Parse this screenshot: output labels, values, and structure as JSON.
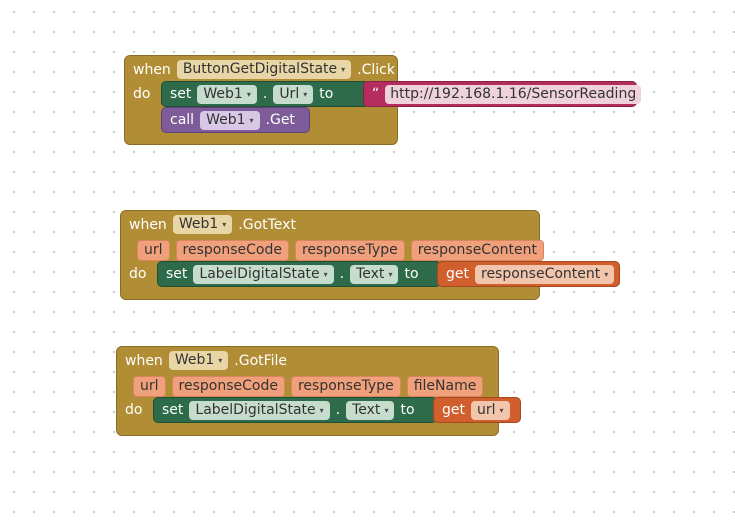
{
  "block1": {
    "when": "when",
    "component": "ButtonGetDigitalState",
    "event": ".Click",
    "do": "do",
    "set_kw": "set",
    "set_component": "Web1",
    "dot": ".",
    "property": "Url",
    "to": "to",
    "open_quote": "“",
    "url_value": "http://192.168.1.16/SensorReading",
    "close_quote": "”",
    "call_kw": "call",
    "call_component": "Web1",
    "method": ".Get"
  },
  "block2": {
    "when": "when",
    "component": "Web1",
    "event": ".GotText",
    "params": [
      "url",
      "responseCode",
      "responseType",
      "responseContent"
    ],
    "do": "do",
    "set_kw": "set",
    "set_component": "LabelDigitalState",
    "dot": ".",
    "property": "Text",
    "to": "to",
    "get_kw": "get",
    "get_var": "responseContent"
  },
  "block3": {
    "when": "when",
    "component": "Web1",
    "event": ".GotFile",
    "params": [
      "url",
      "responseCode",
      "responseType",
      "fileName"
    ],
    "do": "do",
    "set_kw": "set",
    "set_component": "LabelDigitalState",
    "dot": ".",
    "property": "Text",
    "to": "to",
    "get_kw": "get",
    "get_var": "url"
  },
  "dropdown_arrow": "▾",
  "colors": {
    "event": "#b18e35",
    "set": "#2d6b4a",
    "call": "#7d5c99",
    "text": "#b32d5e",
    "get": "#d05f2d",
    "param": "#f0a07b"
  }
}
